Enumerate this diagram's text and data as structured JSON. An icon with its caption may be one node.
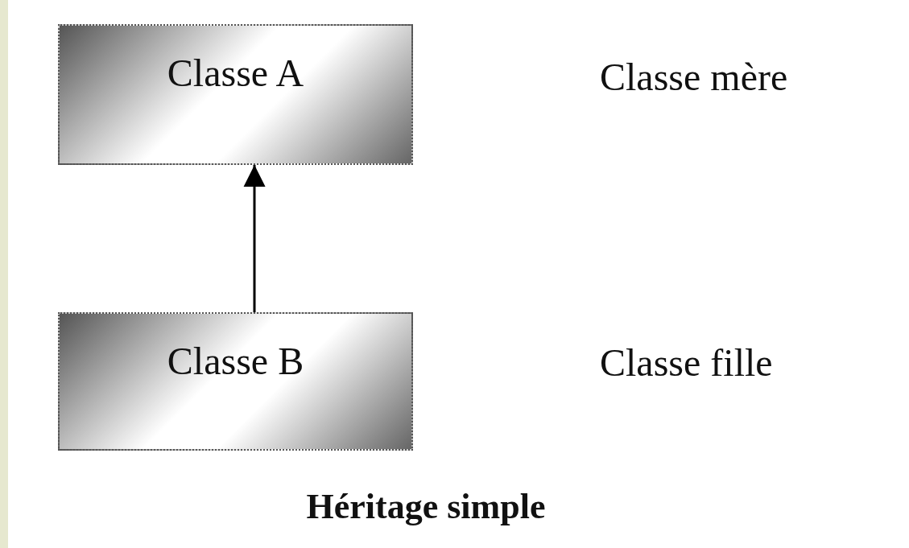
{
  "diagram": {
    "caption": "Héritage simple",
    "nodes": [
      {
        "text": [
          "Classe A"
        ]
      },
      {
        "text": [
          "Classe B"
        ]
      }
    ],
    "edges": [
      {
        "from": 1,
        "to": 0,
        "arrow": "to"
      }
    ],
    "labels": [
      "Classe mère",
      "Classe fille"
    ]
  }
}
